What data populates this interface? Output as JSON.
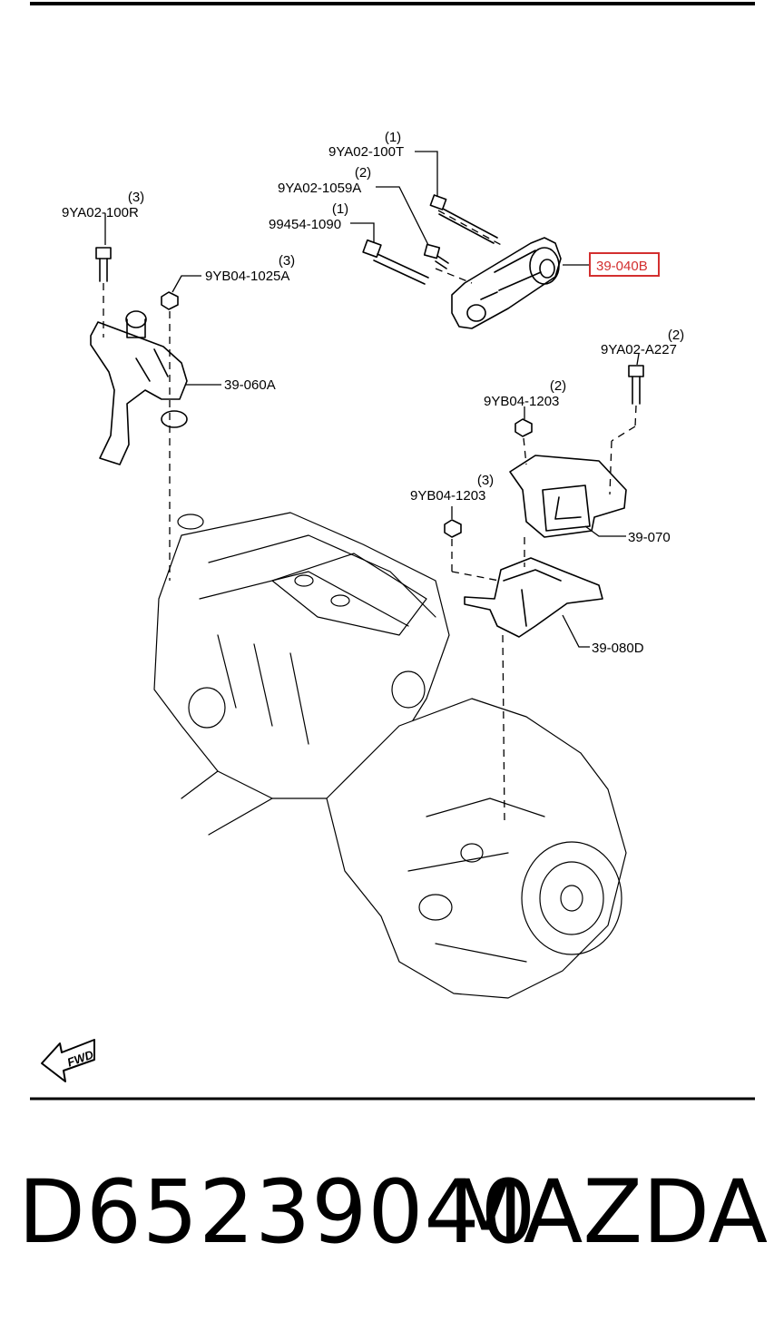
{
  "callouts": {
    "b1_qty": "(1)",
    "b1_part": "9YA02-100T",
    "b2_qty": "(2)",
    "b2_part": "9YA02-1059A",
    "b3_qty": "(1)",
    "b3_part": "99454-1090",
    "b4_qty": "(3)",
    "b4_part": "9YA02-100R",
    "b5_qty": "(3)",
    "b5_part": "9YB04-1025A",
    "b6_qty": "(2)",
    "b6_part": "9YA02-A227",
    "b7_qty": "(2)",
    "b7_part": "9YB04-1203",
    "b8_qty": "(3)",
    "b8_part": "9YB04-1203",
    "m1_part": "39-040B",
    "m2_part": "39-060A",
    "m3_part": "39-070",
    "m4_part": "39-080D"
  },
  "fwd_label": "FWD",
  "footer": {
    "part_number": "D65239040",
    "brand": "MAZDA"
  },
  "colors": {
    "highlight": "#d32f2f",
    "line": "#000000"
  }
}
